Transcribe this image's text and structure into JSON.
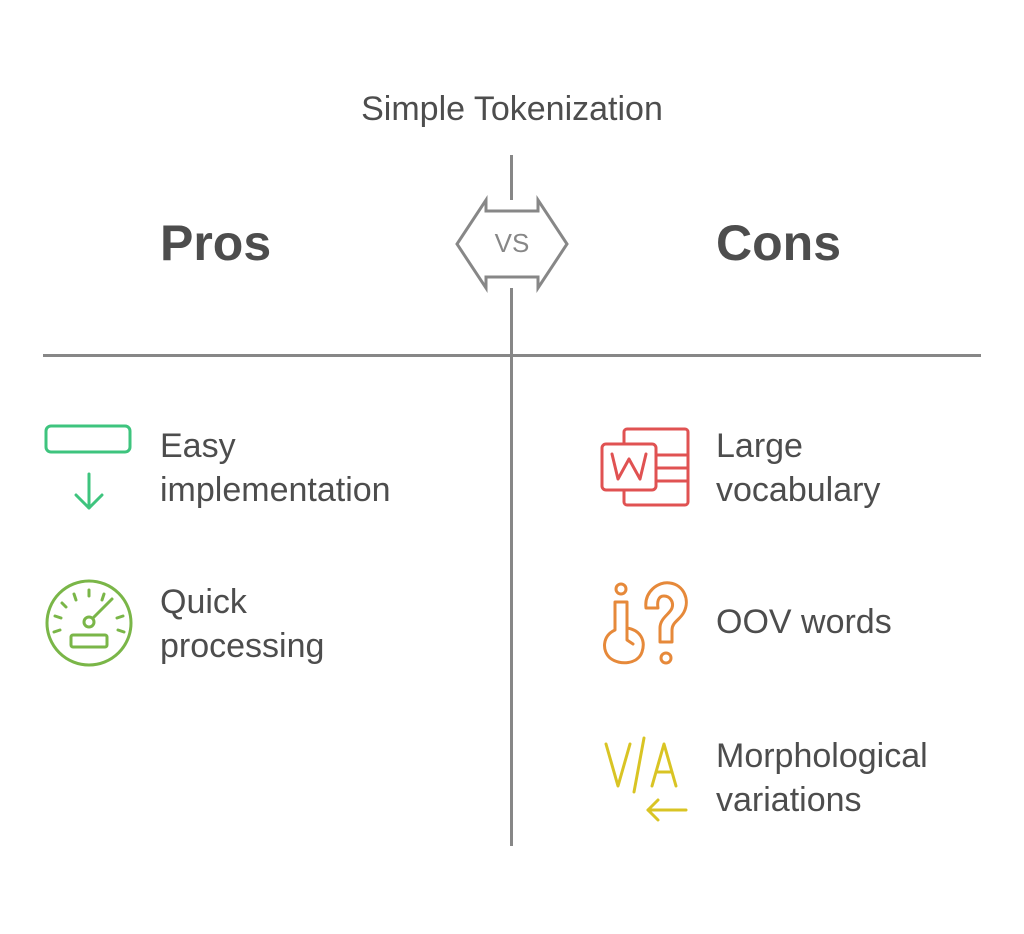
{
  "title": "Simple Tokenization",
  "vs_label": "VS",
  "pros": {
    "heading": "Pros",
    "items": [
      {
        "icon": "implementation-icon",
        "line1": "Easy",
        "line2": "implementation",
        "color": "#3ec47e"
      },
      {
        "icon": "speedometer-icon",
        "line1": "Quick",
        "line2": "processing",
        "color": "#7ab648"
      }
    ]
  },
  "cons": {
    "heading": "Cons",
    "items": [
      {
        "icon": "word-document-icon",
        "line1": "Large",
        "line2": "vocabulary",
        "color": "#e05252"
      },
      {
        "icon": "question-marks-icon",
        "line1": "OOV words",
        "line2": "",
        "color": "#e6893a"
      },
      {
        "icon": "translate-icon",
        "line1": "Morphological",
        "line2": "variations",
        "color": "#d9c424"
      }
    ]
  },
  "colors": {
    "divider": "#878787",
    "text": "#4d4d4d"
  }
}
